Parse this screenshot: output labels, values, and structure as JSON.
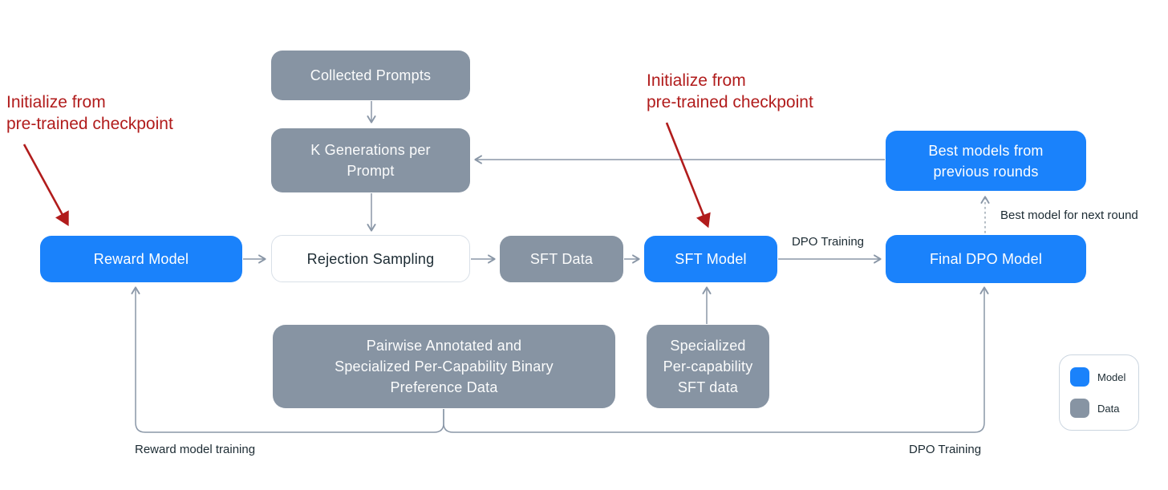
{
  "colors": {
    "model_blue": "#1a82fb",
    "data_gray": "#8794a3",
    "arrow_gray": "#8a97a7",
    "annotation_red": "#b11c1c",
    "text_dark": "#1c2b33",
    "white_box_border": "#d9e0e8"
  },
  "nodes": {
    "collected_prompts": {
      "label": "Collected Prompts"
    },
    "k_generations": {
      "label": "K Generations per\nPrompt"
    },
    "rejection_sampling": {
      "label": "Rejection Sampling"
    },
    "reward_model": {
      "label": "Reward Model"
    },
    "sft_data": {
      "label": "SFT Data"
    },
    "sft_model": {
      "label": "SFT Model"
    },
    "final_dpo_model": {
      "label": "Final DPO Model"
    },
    "best_models": {
      "label": "Best models from\nprevious rounds"
    },
    "pairwise_preference_data": {
      "label": "Pairwise Annotated and\nSpecialized Per-Capability Binary\nPreference Data"
    },
    "specialized_sft_data": {
      "label": "Specialized\nPer-capability\nSFT data"
    }
  },
  "edge_labels": {
    "dpo_training_top": "DPO Training",
    "best_model_next_round": "Best model for next round",
    "reward_model_training": "Reward model training",
    "dpo_training_bottom": "DPO Training"
  },
  "annotations": {
    "initialize_left": "Initialize from\npre-trained checkpoint",
    "initialize_right": "Initialize from\npre-trained checkpoint"
  },
  "legend": {
    "model_label": "Model",
    "data_label": "Data"
  }
}
